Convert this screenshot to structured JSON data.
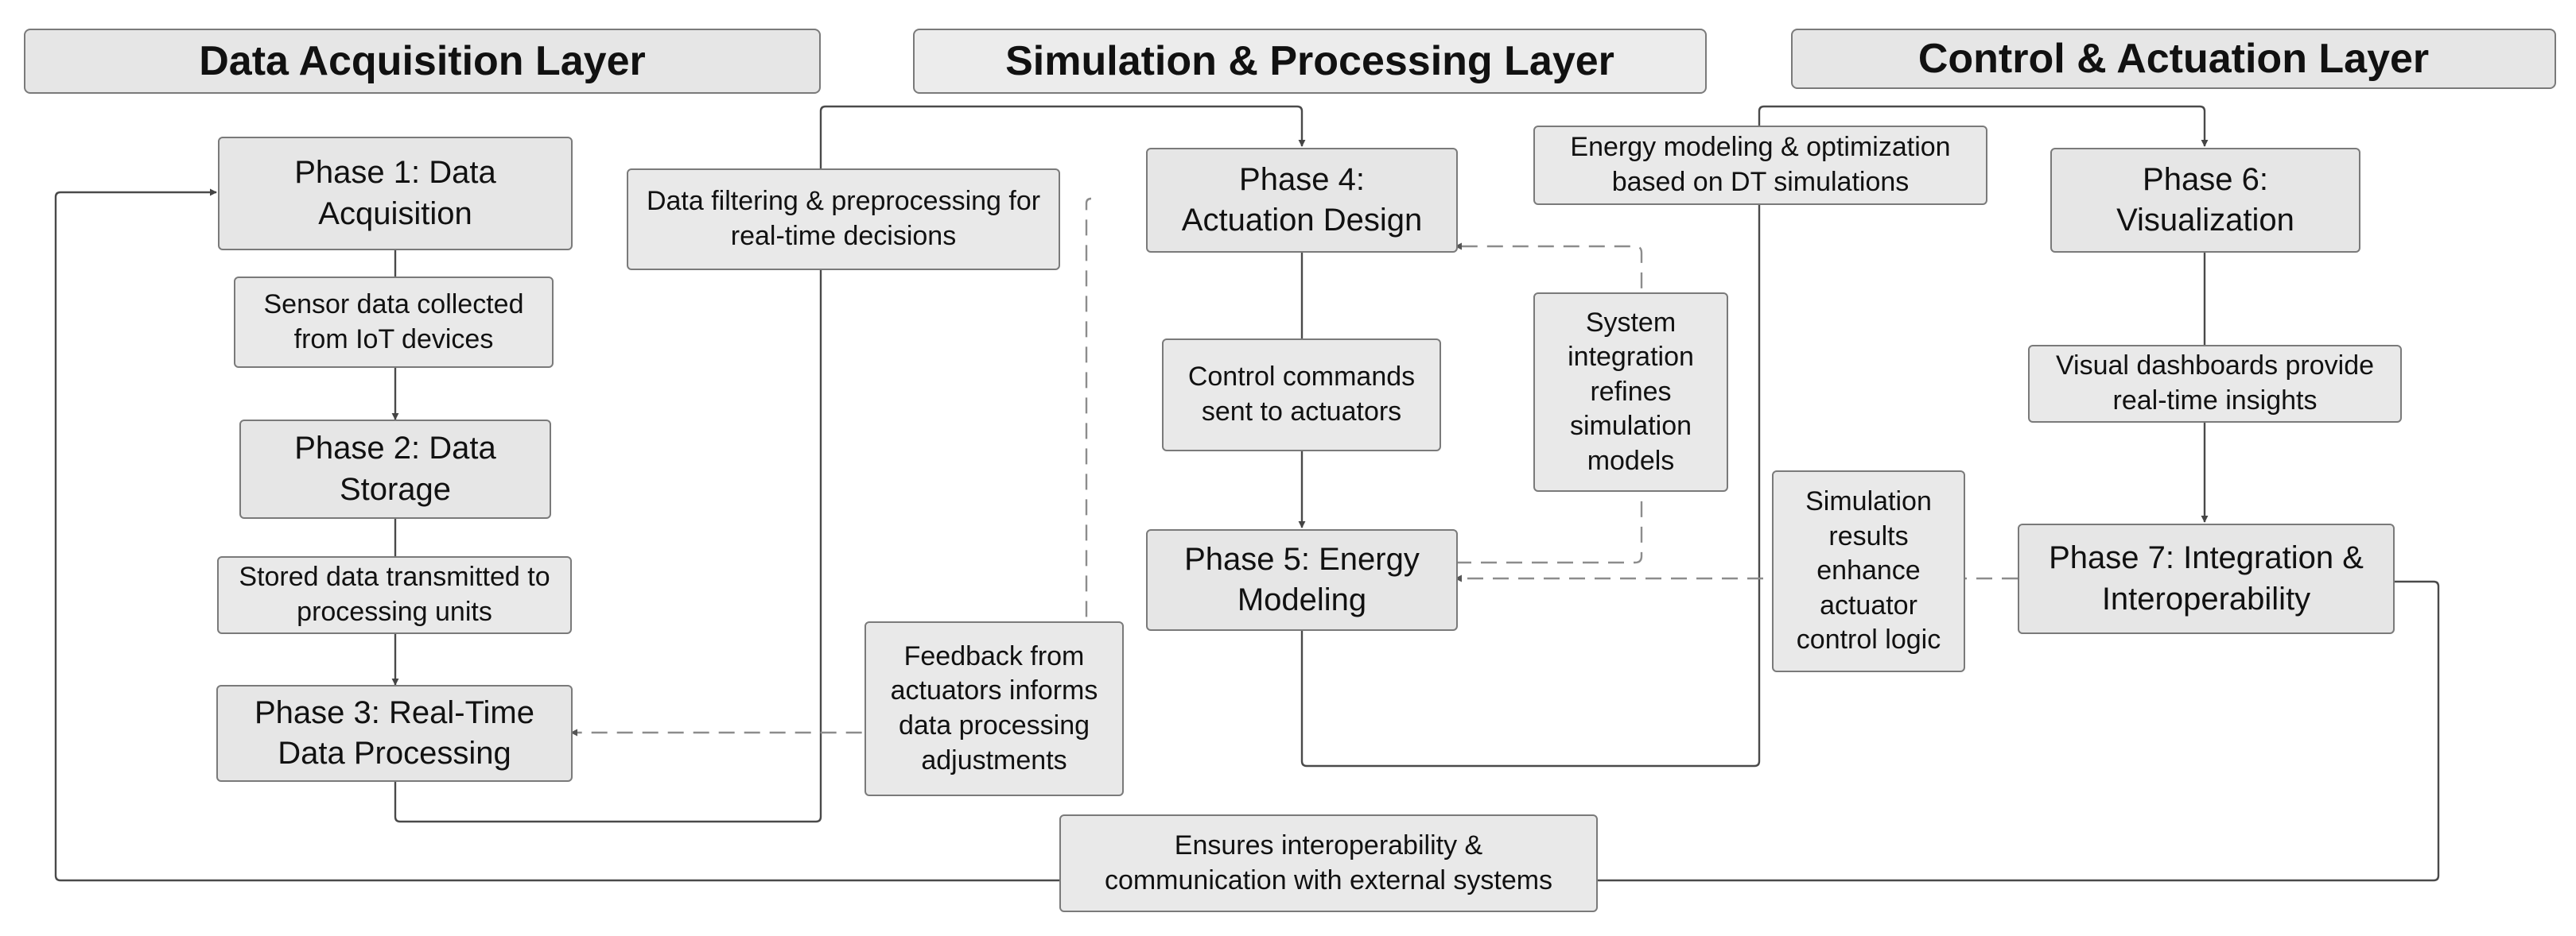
{
  "layers": {
    "acquisition": "Data Acquisition Layer",
    "simulation": "Simulation & Processing Layer",
    "control": "Control & Actuation Layer"
  },
  "phases": {
    "p1": "Phase 1: Data Acquisition",
    "p2": "Phase 2: Data Storage",
    "p3": "Phase 3: Real-Time Data Processing",
    "p4": "Phase 4: Actuation Design",
    "p5": "Phase 5: Energy Modeling",
    "p6": "Phase 6: Visualization",
    "p7": "Phase 7: Integration & Interoperability"
  },
  "notes": {
    "sensor": "Sensor data collected from IoT devices",
    "stored": "Stored data transmitted to processing units",
    "filtering": "Data filtering & preprocessing for real-time decisions",
    "feedback": "Feedback from actuators informs data processing adjustments",
    "control_commands": "Control commands sent to actuators",
    "system_integration": "System integration refines simulation models",
    "energy_modeling": "Energy modeling & optimization based on DT simulations",
    "visual": "Visual dashboards provide real-time insights",
    "sim_results": "Simulation results enhance actuator control logic",
    "interop": "Ensures interoperability & communication with external systems"
  },
  "colors": {
    "box_fill": "#e6e6e6",
    "box_border": "#7a7a7a",
    "line": "#4a4a4a",
    "dashed": "#8c8c8c"
  }
}
